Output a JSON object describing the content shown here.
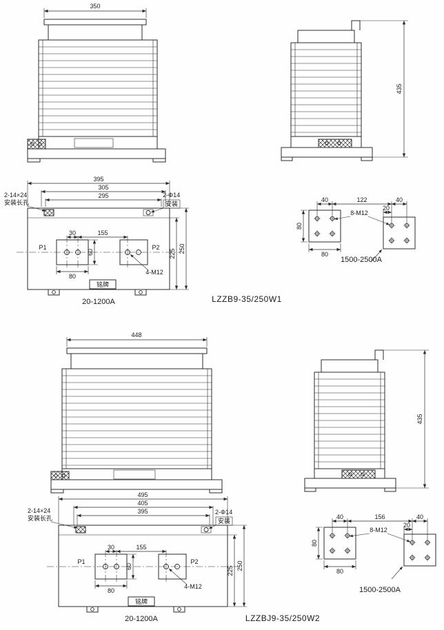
{
  "drawing": {
    "sections": [
      {
        "model": "LZZB9-35/250W1",
        "front": {
          "width": "350"
        },
        "side": {
          "height": "435"
        },
        "plan": {
          "overall_w": "395",
          "mid_w": "305",
          "inner_w": "295",
          "slot_note_1": "2-14×24",
          "slot_note_2": "安装长孔",
          "hole_note_1": "2-Φ14",
          "hole_note_2": "安装",
          "hole_pitch": "30",
          "terminal_pitch": "155",
          "block_h": "60",
          "block_w": "80",
          "bolt_note": "4-M12",
          "p1": "P1",
          "p2": "P2",
          "depth_inner": "225",
          "depth_overall": "250",
          "nameplate": "铭牌",
          "range": "20-1200A"
        },
        "mount": {
          "pitch_left": "40",
          "plate_gap": "122",
          "pitch_right": "40",
          "edge_offset": "20",
          "bolt_note": "8-M12",
          "plate_h": "80",
          "plate_w": "80",
          "range": "1500-2500A"
        }
      },
      {
        "model": "LZZBJ9-35/250W2",
        "front": {
          "width": "448"
        },
        "side": {
          "height": "435"
        },
        "plan": {
          "overall_w": "495",
          "mid_w": "405",
          "inner_w": "395",
          "slot_note_1": "2-14×24",
          "slot_note_2": "安装长孔",
          "hole_note_1": "2-Φ14",
          "hole_note_2": "安装",
          "hole_pitch": "30",
          "terminal_pitch": "155",
          "block_h": "60",
          "block_w": "80",
          "bolt_note": "4-M12",
          "p1": "P1",
          "p2": "P2",
          "depth_inner": "225",
          "depth_overall": "250",
          "nameplate": "铭牌",
          "range": "20-1200A"
        },
        "mount": {
          "pitch_left": "40",
          "plate_gap": "156",
          "pitch_right": "40",
          "edge_offset": "20",
          "bolt_note": "8-M12",
          "plate_h": "80",
          "plate_w": "80",
          "range": "1500-2500A"
        }
      }
    ]
  }
}
